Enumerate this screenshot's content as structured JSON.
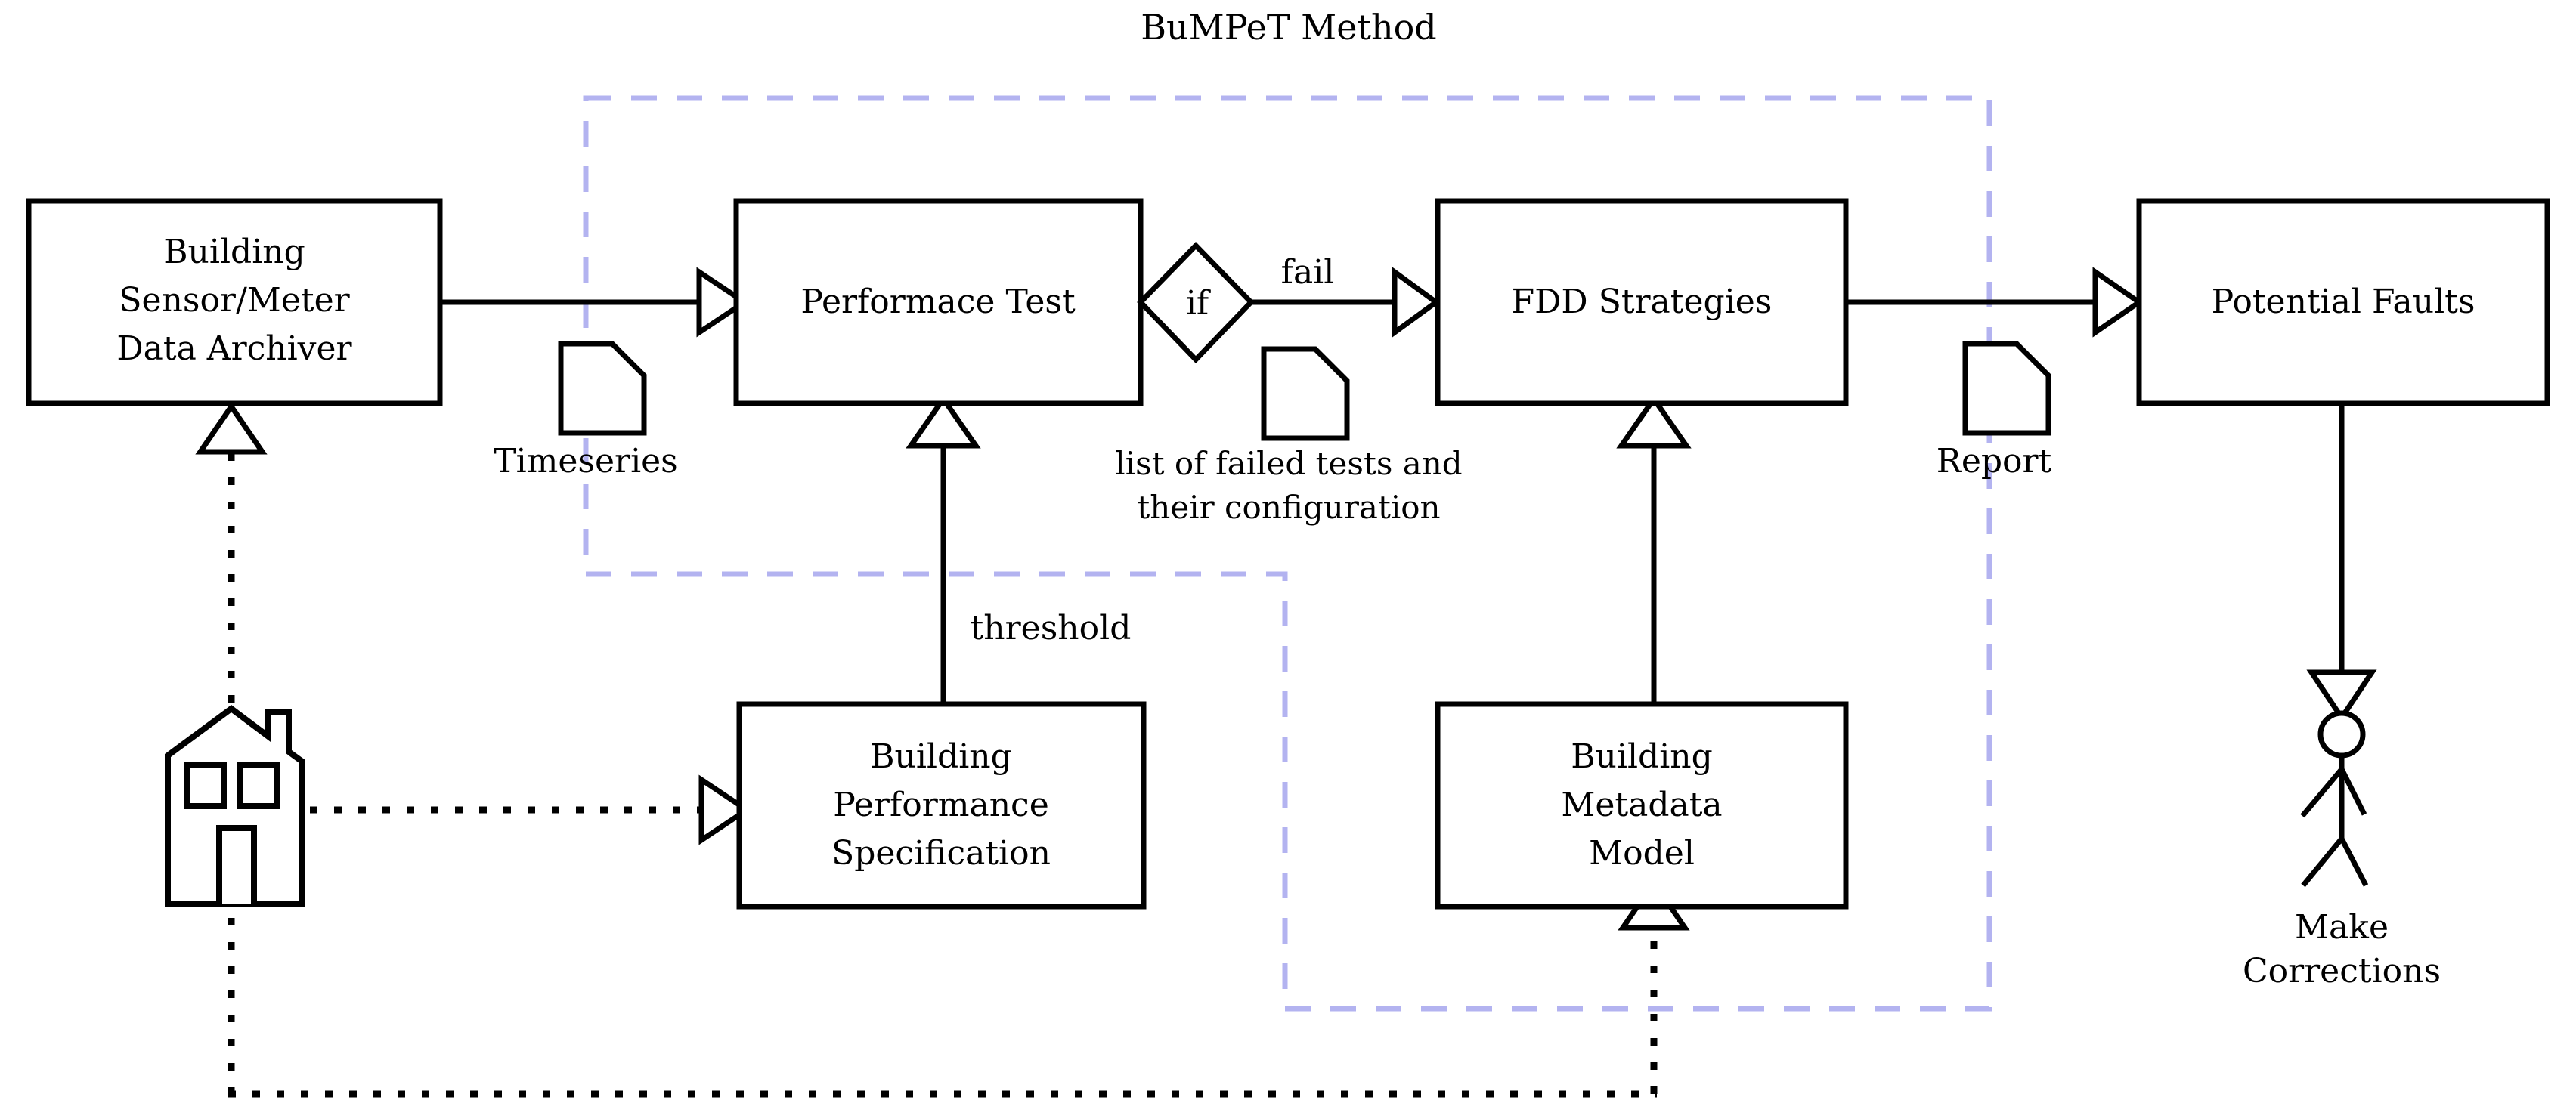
{
  "diagram": {
    "title": "BuMPeT Method",
    "boundary_label": "BuMPeT Method",
    "boundary_color": "#b3b3f0",
    "nodes": {
      "archiver": {
        "lines": [
          "Building",
          "Sensor/Meter",
          "Data Archiver"
        ]
      },
      "performance_test": {
        "lines": [
          "Performace Test"
        ]
      },
      "decision": {
        "label": "if"
      },
      "fdd": {
        "lines": [
          "FDD Strategies"
        ]
      },
      "potential_faults": {
        "lines": [
          "Potential Faults"
        ]
      },
      "bps": {
        "lines": [
          "Building",
          "Performance",
          "Specification"
        ]
      },
      "bmm": {
        "lines": [
          "Building",
          "Metadata",
          "Model"
        ]
      },
      "actor": {
        "lines": [
          "Make",
          "Corrections"
        ]
      },
      "building_icon": {
        "label": "building-house-icon"
      }
    },
    "artifacts": {
      "timeseries": {
        "label": "Timeseries"
      },
      "failed_tests": {
        "lines": [
          "list of failed tests and",
          "their configuration"
        ]
      },
      "report": {
        "label": "Report"
      }
    },
    "edge_labels": {
      "fail": "fail",
      "threshold": "threshold"
    }
  }
}
